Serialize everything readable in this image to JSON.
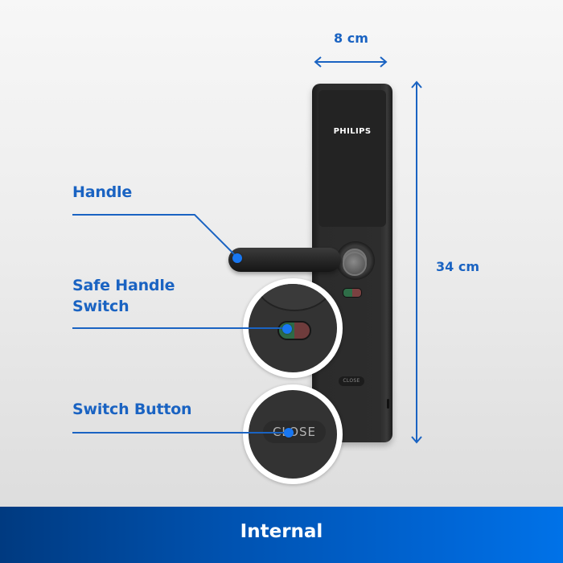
{
  "dimensions": {
    "width_label": "8 cm",
    "height_label": "34 cm"
  },
  "product": {
    "brand": "PHILIPS",
    "button_text": "CLOSE"
  },
  "callouts": [
    {
      "label": "Handle"
    },
    {
      "label_line1": "Safe Handle",
      "label_line2": "Switch"
    },
    {
      "label": "Switch Button"
    }
  ],
  "footer": {
    "title": "Internal"
  },
  "colors": {
    "accent": "#1a63c2",
    "dot": "#1877f2",
    "footer_start": "#003a80",
    "footer_end": "#0072e8"
  }
}
